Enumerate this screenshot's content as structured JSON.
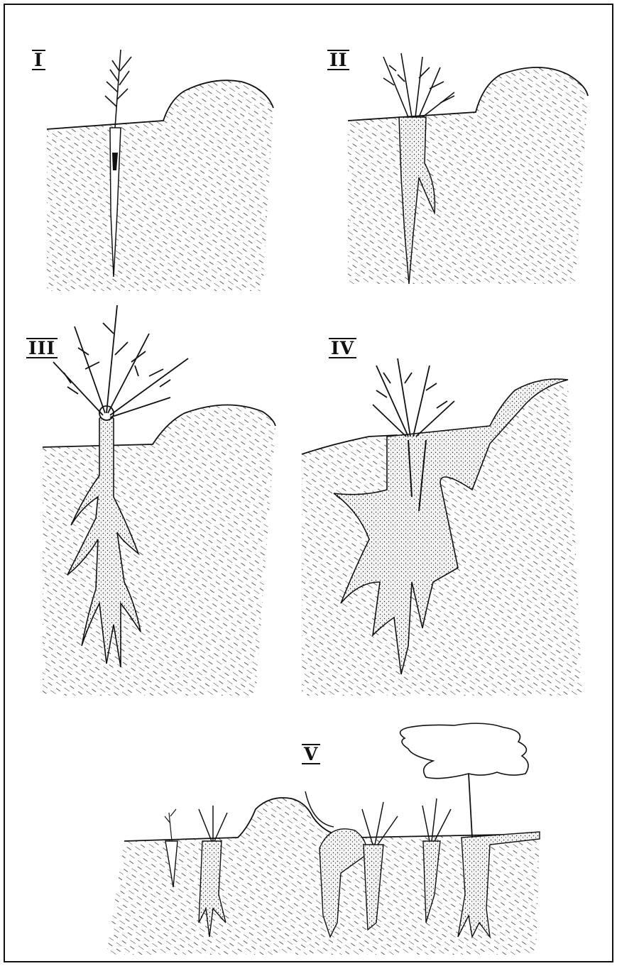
{
  "figure": {
    "panels": [
      {
        "id": "I",
        "label": "I"
      },
      {
        "id": "II",
        "label": "II"
      },
      {
        "id": "III",
        "label": "III"
      },
      {
        "id": "IV",
        "label": "IV"
      },
      {
        "id": "V",
        "label": "V"
      }
    ],
    "colors": {
      "ink": "#111111",
      "paper": "#ffffff",
      "hatch": "#333333",
      "stipple": "#222222"
    }
  }
}
